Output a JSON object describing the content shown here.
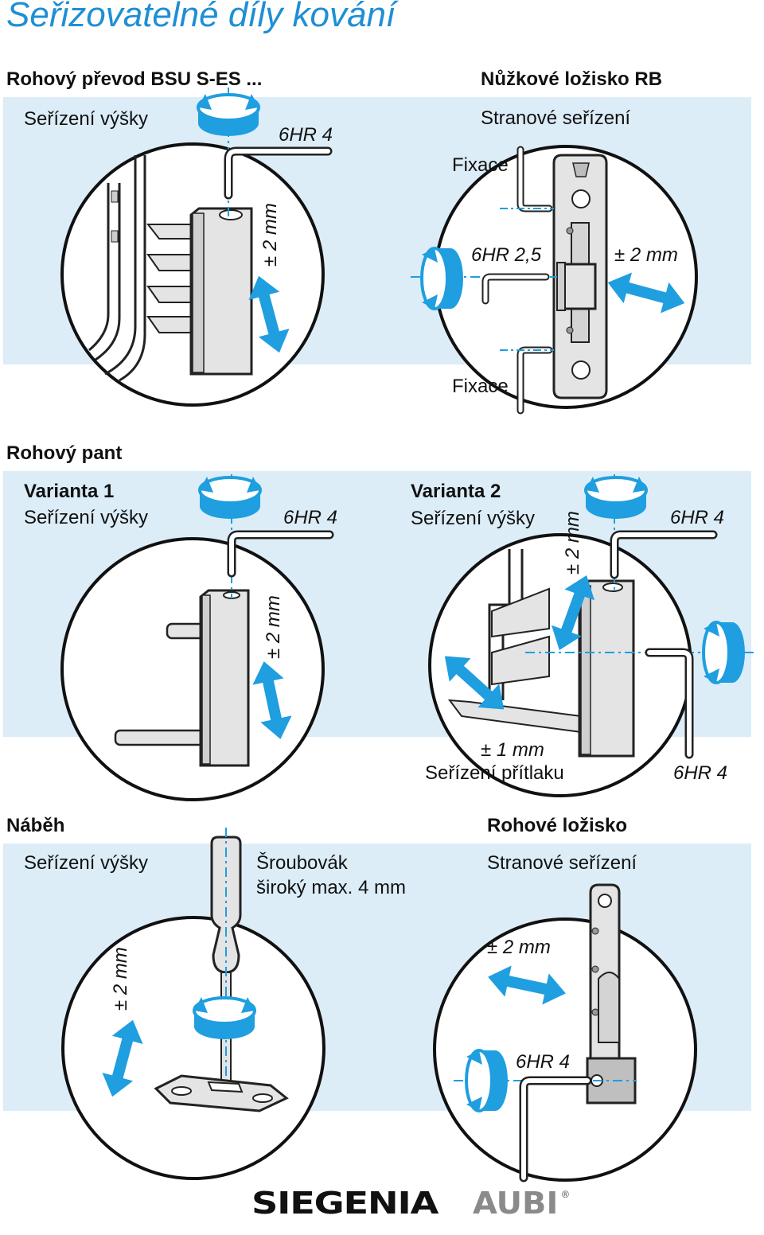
{
  "title": "Seřizovatelné díly kování",
  "sections": {
    "bsu": {
      "heading": "Rohový převod BSU S-ES ...",
      "adjust": "Seřízení výšky",
      "tool": "6HR 4",
      "range": "± 2 mm"
    },
    "rb": {
      "heading": "Nůžkové ložisko RB",
      "adjust": "Stranové seřízení",
      "fixation_top": "Fixace",
      "fixation_bottom": "Fixace",
      "tool": "6HR 2,5",
      "range": "± 2 mm"
    },
    "corner_hinge": {
      "heading": "Rohový pant",
      "variant1": {
        "name": "Varianta 1",
        "adjust": "Seřízení výšky",
        "tool": "6HR 4",
        "range": "± 2 mm"
      },
      "variant2": {
        "name": "Varianta 2",
        "adjust": "Seřízení výšky",
        "tool": "6HR 4",
        "range": "± 2 mm",
        "pressure_range": "± 1 mm",
        "pressure_adjust": "Seřízení přítlaku",
        "pressure_tool": "6HR 4"
      }
    },
    "ramp": {
      "heading": "Náběh",
      "adjust": "Seřízení výšky",
      "tool_line1": "Šroubovák",
      "tool_line2": "široký max. 4 mm",
      "range": "± 2 mm"
    },
    "corner_bearing": {
      "heading": "Rohové ložisko",
      "adjust": "Stranové seřízení",
      "range": "± 2 mm",
      "tool": "6HR 4"
    }
  },
  "logo": {
    "brand": "SIEGENIA",
    "sub_brand": "AUBI",
    "registered": "®"
  },
  "colors": {
    "accent": "#1f8fd4",
    "band": "#dcedf8",
    "arrow": "#1f9ee0",
    "part_fill": "#e4e4e4",
    "part_stroke": "#222222",
    "logo_sub": "#8a8a8a"
  }
}
